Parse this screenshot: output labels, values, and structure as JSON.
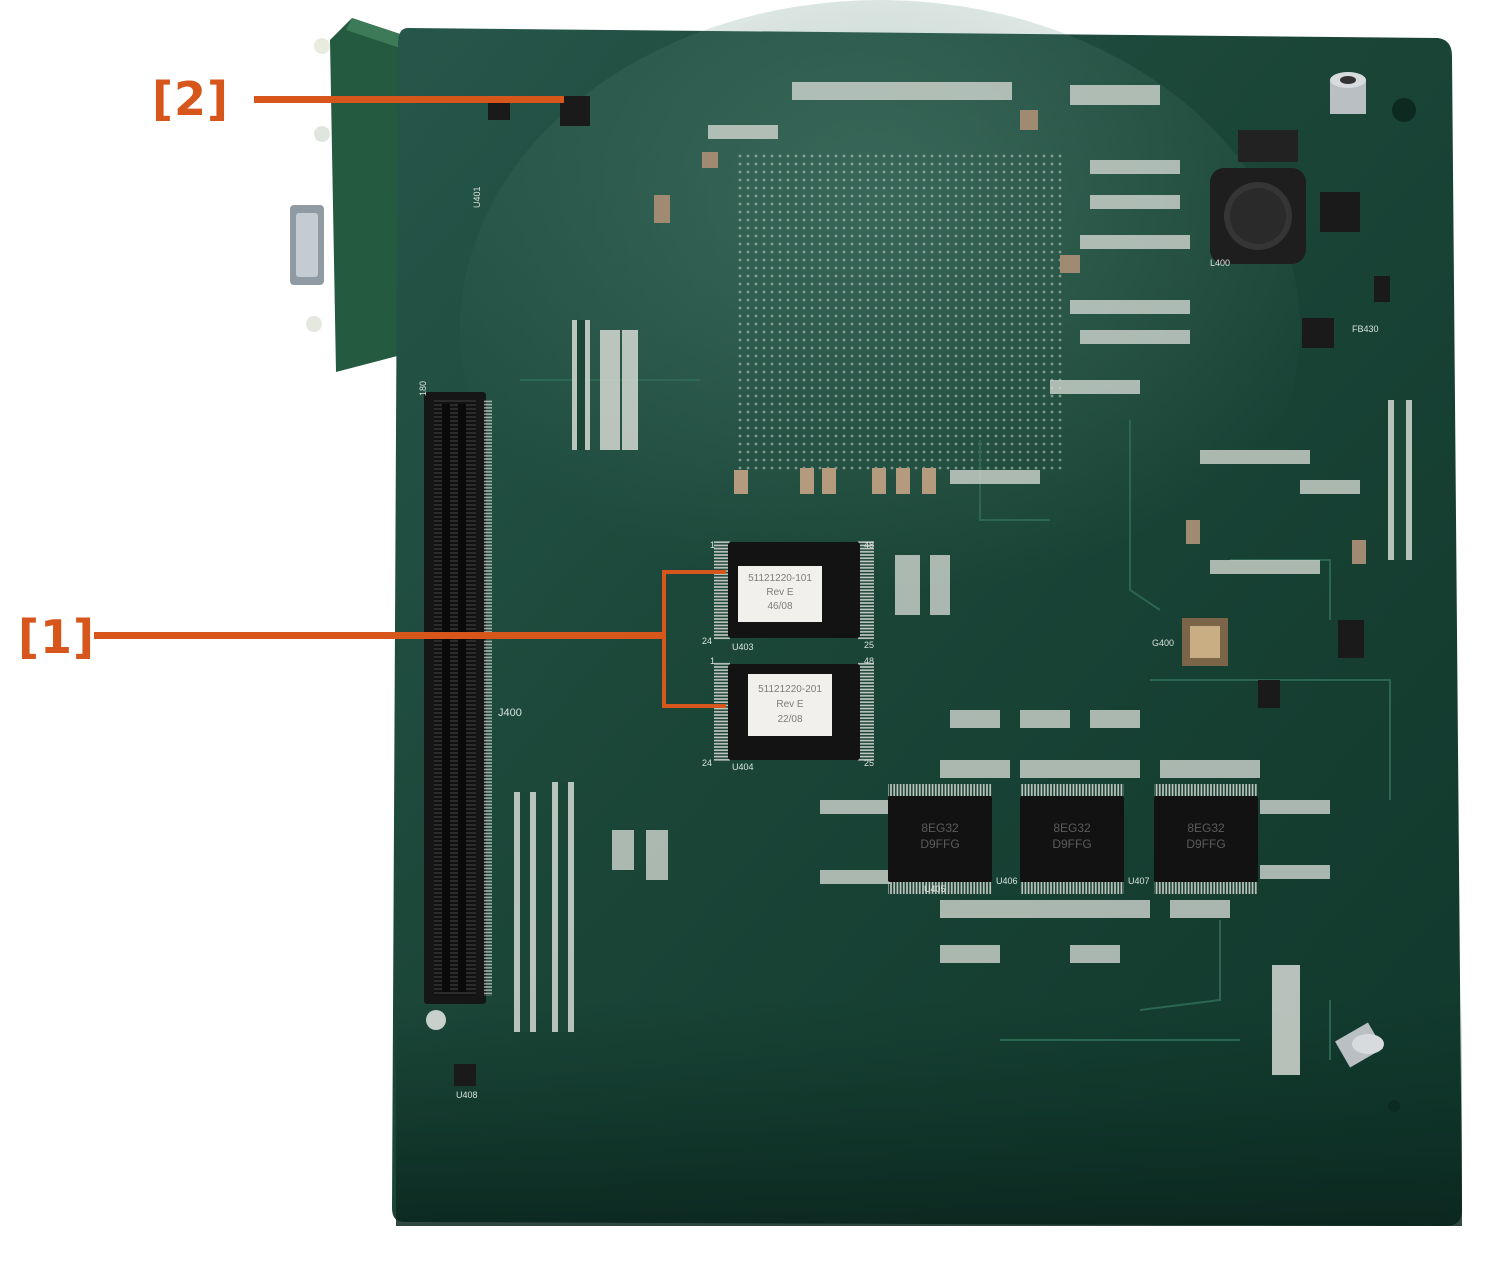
{
  "callouts": [
    {
      "label": "[2]"
    },
    {
      "label": "[1]"
    }
  ],
  "chips": [
    {
      "part": "51121220-101",
      "rev": "Rev E",
      "date": "46/08",
      "ref": "U403"
    },
    {
      "part": "51121220-201",
      "rev": "Rev E",
      "date": "22/08",
      "ref": "U404"
    }
  ],
  "pin_numbers": [
    "1",
    "24",
    "25",
    "48",
    "1",
    "24",
    "25",
    "48"
  ],
  "ram_chips": [
    {
      "code": "8EG32",
      "lot": "D9FFG",
      "ref": "U405"
    },
    {
      "code": "8EG32",
      "lot": "D9FFG",
      "ref": "U406"
    },
    {
      "code": "8EG32",
      "lot": "D9FFG",
      "ref": "U407"
    }
  ],
  "board_labels": {
    "connector": "J400",
    "connector_180": "180",
    "inductor": "L400",
    "crystal": "G400",
    "small_ic": "U408",
    "side_ic": "U401",
    "fb": "FB430"
  },
  "colors": {
    "callout": "#d6561c",
    "pcb_dark": "#0c2b22",
    "pcb_mid": "#1d4a3b",
    "silkscreen": "#d9e2dc",
    "chip": "#121212",
    "label_paper": "#f2f0ec"
  }
}
